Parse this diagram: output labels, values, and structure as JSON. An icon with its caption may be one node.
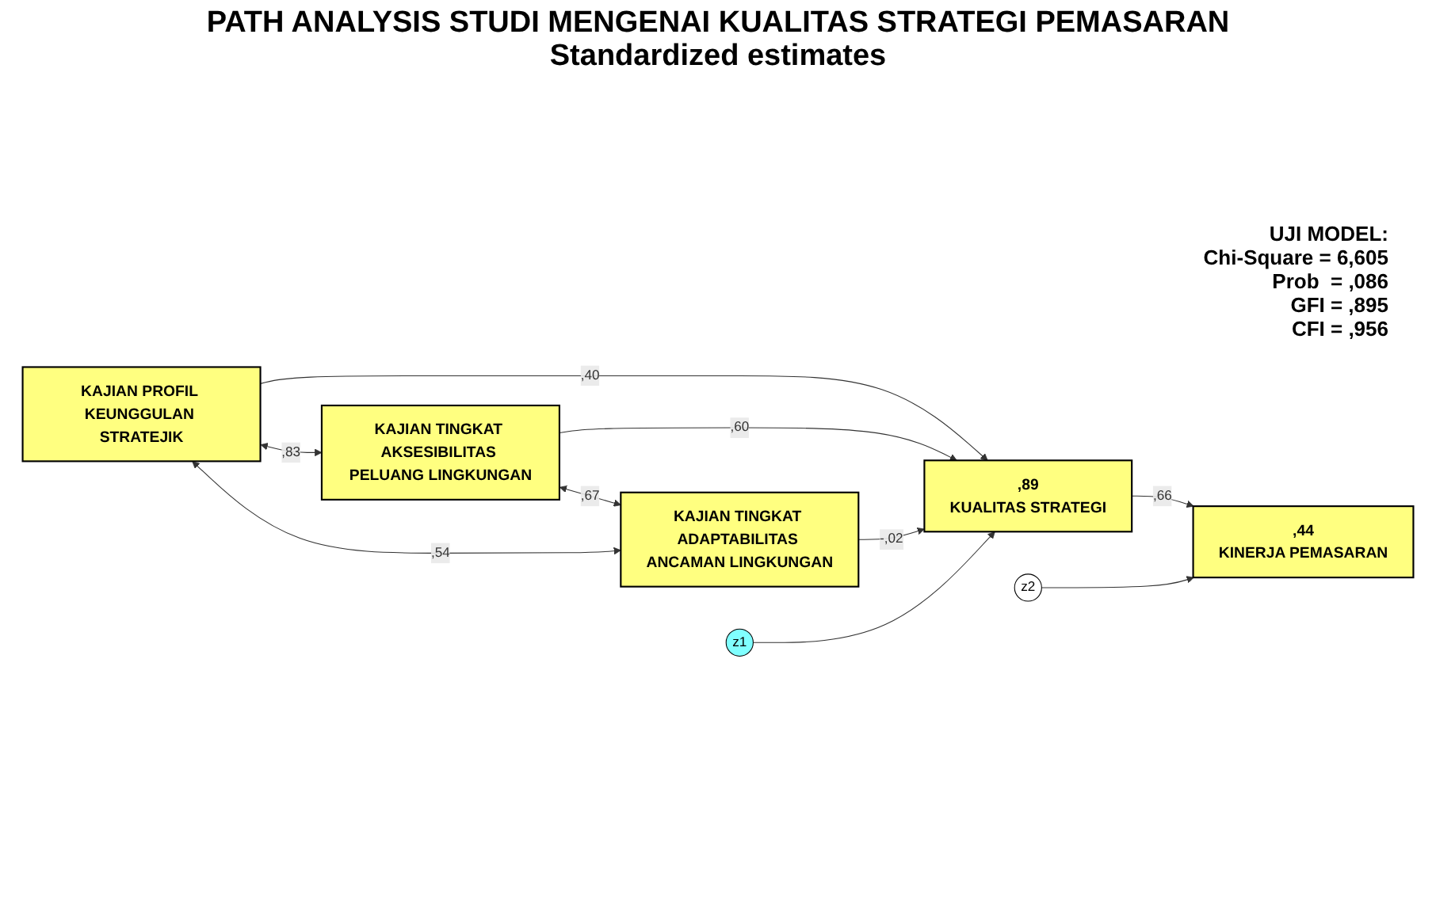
{
  "diagram": {
    "title": "PATH ANALYSIS STUDI MENGENAI KUALITAS STRATEGI PEMASARAN Standardized estimates",
    "nodes": [
      {
        "text": [
          "KAJIAN PROFIL KEUNGGULAN STRATEJIK"
        ]
      },
      {
        "text": [
          "KAJIAN TINGKAT AKSESIBILITAS PELUANG LINGKUNGAN"
        ]
      },
      {
        "text": [
          "KAJIAN TINGKAT ADAPTABILITAS ANCAMAN LINGKUNGAN"
        ]
      },
      {
        "text": [
          ",89",
          "KUALITAS STRATEGI"
        ]
      },
      {
        "text": [
          ",44",
          "KINERJA PEMASARAN"
        ]
      },
      {
        "text": [
          "z1"
        ]
      },
      {
        "text": [
          "z2"
        ]
      }
    ],
    "edges": [
      {
        "from": 0,
        "to": 3,
        "arrow": "to",
        "label": ",40"
      },
      {
        "from": 1,
        "to": 3,
        "arrow": "to",
        "label": ",60"
      },
      {
        "from": 2,
        "to": 3,
        "arrow": "to",
        "label": "-,02"
      },
      {
        "from": 3,
        "to": 4,
        "arrow": "to",
        "label": ",66"
      },
      {
        "from": 5,
        "to": 3,
        "arrow": "to"
      },
      {
        "from": 6,
        "to": 4,
        "arrow": "to"
      },
      {
        "from": 0,
        "to": 1,
        "arrow": "both",
        "label": ",83"
      },
      {
        "from": 1,
        "to": 2,
        "arrow": "both",
        "label": ",67"
      },
      {
        "from": 0,
        "to": 2,
        "arrow": "both",
        "label": ",54"
      }
    ],
    "labels": [
      "UJI MODEL:",
      "Chi-Square = 6,605",
      "Prob  = ,086",
      "GFI = ,895",
      "CFI = ,956"
    ]
  }
}
